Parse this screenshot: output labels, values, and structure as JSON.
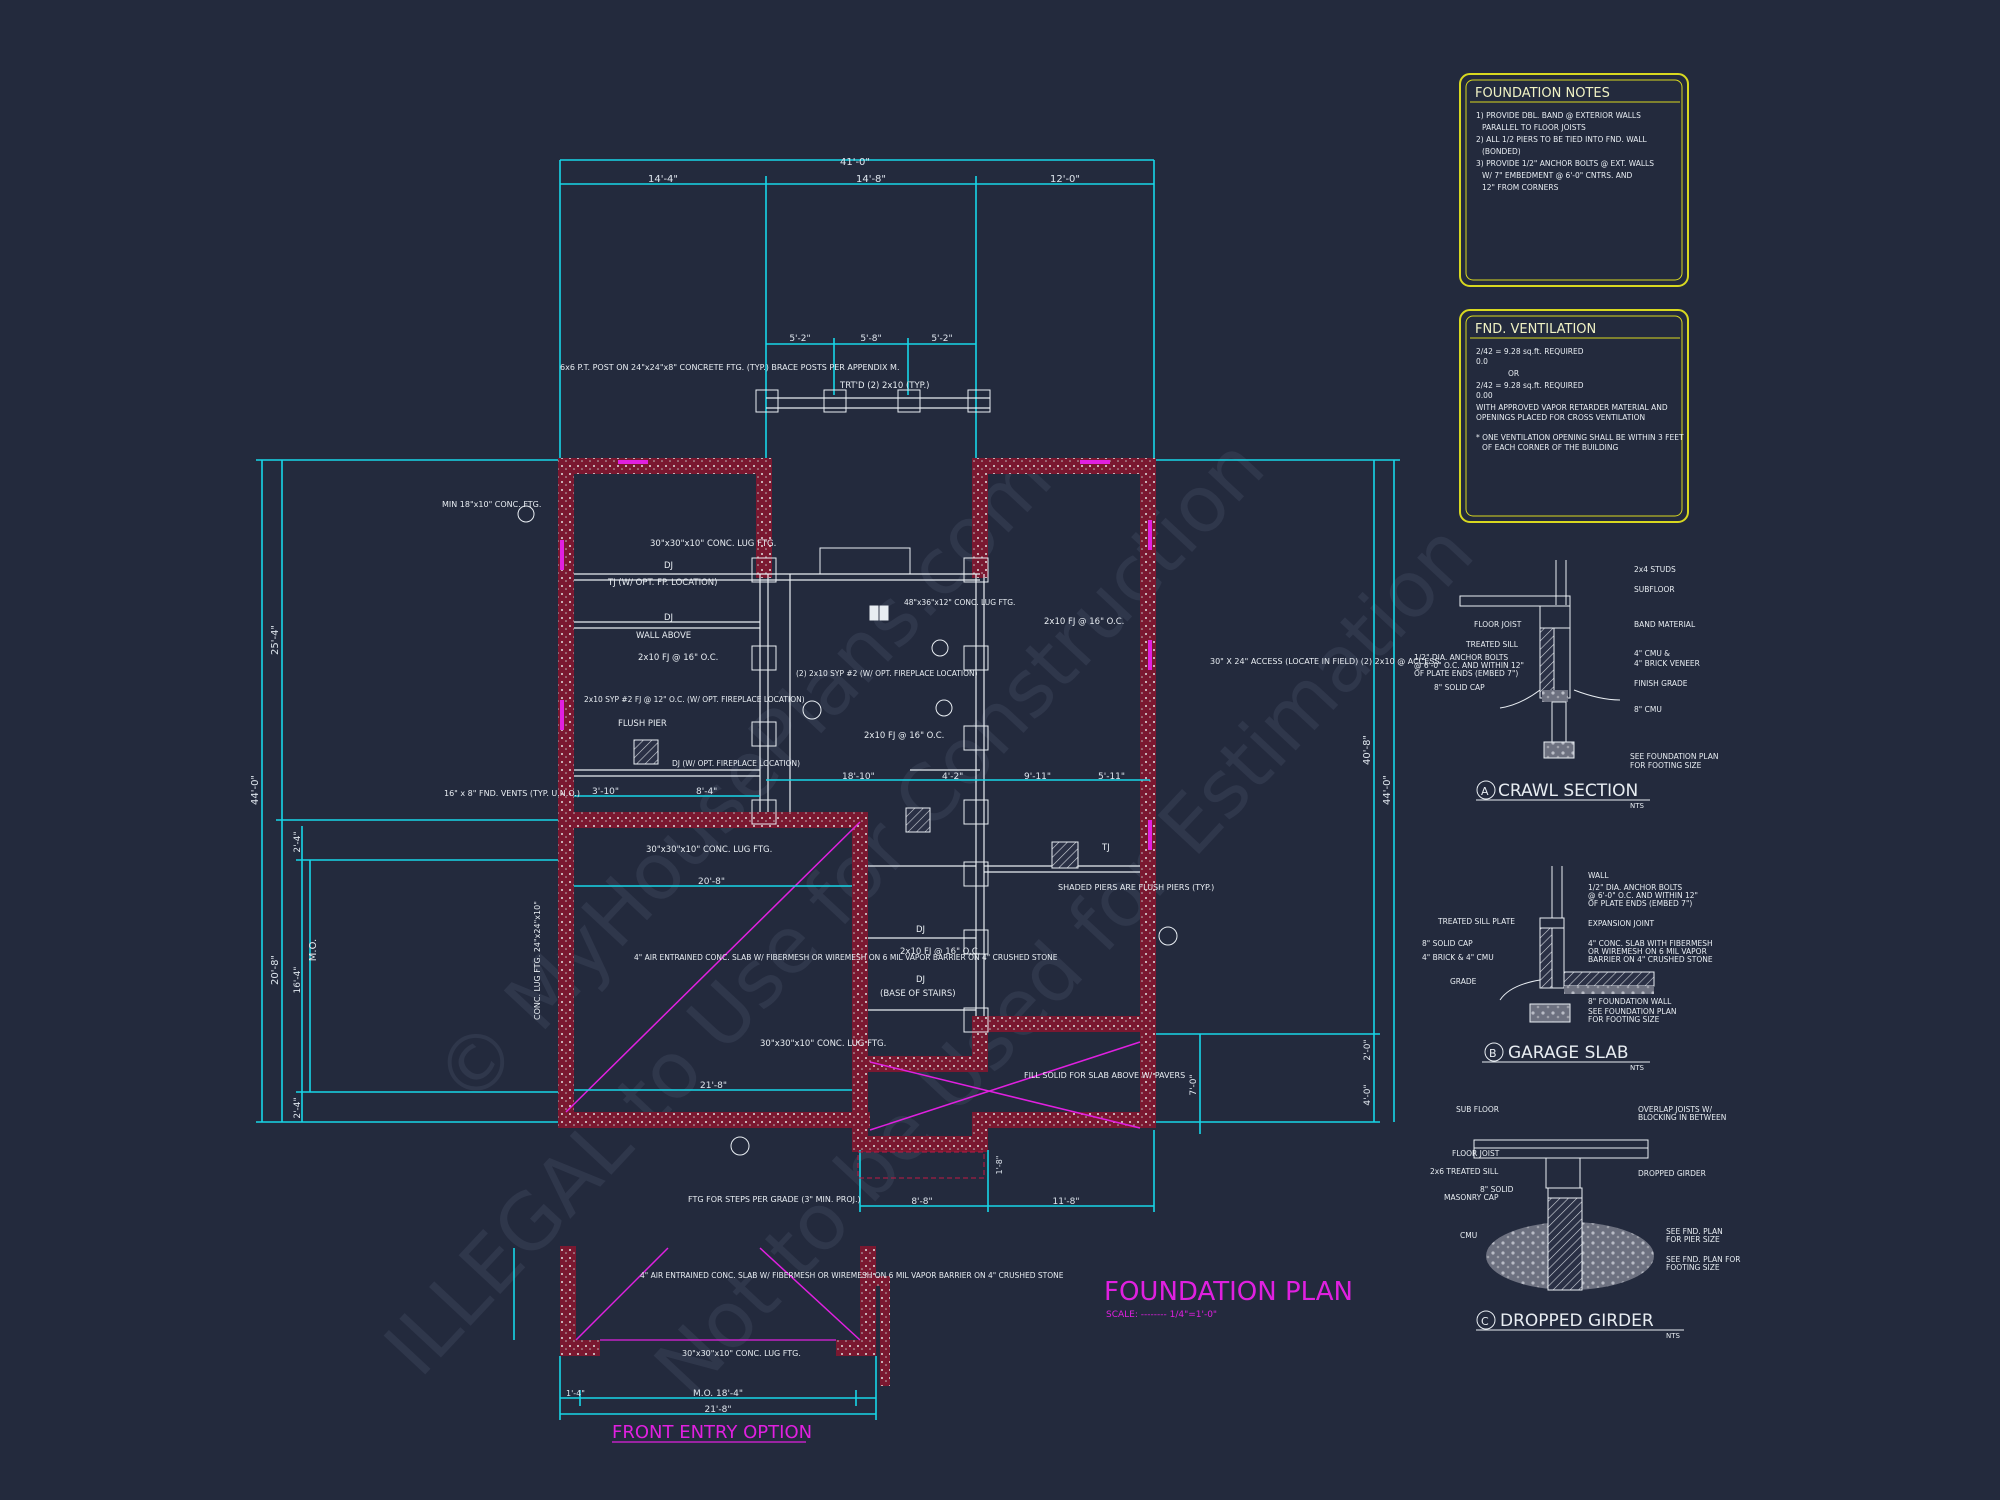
{
  "colors": {
    "background": "#232a3d",
    "dimension": "#17d6e8",
    "wall": "#c01a45",
    "magenta": "#e020e0",
    "notes_border": "#d8d820",
    "text": "#e8edf2"
  },
  "plan": {
    "title": "FOUNDATION PLAN",
    "scale": "SCALE: -------- 1/4\"=1'-0\"",
    "top_dims": {
      "overall": "41'-0\"",
      "seg1": "14'-4\"",
      "seg2": "14'-8\"",
      "seg3": "12'-0\"",
      "porch1": "5'-2\"",
      "porch2": "5'-8\"",
      "porch3": "5'-2\""
    },
    "left_dims": {
      "overall": "44'-0\"",
      "upper": "25'-4\"",
      "lower": "20'-8\"",
      "garage_a": "2'-4\"",
      "garage_b": "16'-4\"",
      "garage_c": "2'-4\"",
      "mo": "M.O."
    },
    "right_dims": {
      "overall": "44'-0\"",
      "inner": "40'-8\"",
      "a": "2'-0\"",
      "b": "7'-0\"",
      "c": "4'-0\""
    },
    "bottom_dims": {
      "a": "8'-8\"",
      "b": "11'-8\"",
      "step": "1'-8\""
    },
    "labels": {
      "post": "6x6 P.T. POST ON 24\"x24\"x8\" CONCRETE FTG. (TYP.) BRACE POSTS PER APPENDIX M.",
      "trtd": "TRT'D (2) 2x10 (TYP.)",
      "min_conc": "MIN 18\"x10\" CONC. FTG.",
      "lug1": "30\"x30\"x10\" CONC. LUG FTG.",
      "dj": "DJ",
      "tj_opt": "TJ (W/ OPT. FP. LOCATION)",
      "wall_above": "WALL ABOVE",
      "fj16": "2x10 FJ @ 16\" O.C.",
      "fj_opt": "2x10 SYP #2 FJ @ 12\" O.C. (W/ OPT. FIREPLACE LOCATION)",
      "flush": "FLUSH PIER",
      "dj_opt": "DJ (W/ OPT. FIREPLACE LOCATION)",
      "vents": "16\" x 8\" FND. VENTS (TYP. U.N.O.)",
      "lug2": "30\"x30\"x10\" CONC. LUG FTG.",
      "lug3": "48\"x36\"x12\" CONC. LUG FTG.",
      "access": "30\" X 24\" ACCESS (LOCATE IN FIELD) (2) 2x10 @ ACCESS",
      "fj16b": "2x10 FJ @ 16\" O.C.",
      "sp_opt": "(2) 2x10 SYP #2 (W/ OPT. FIREPLACE LOCATION)",
      "fj_mid": "2x10 FJ @ 16\" O.C.",
      "tj": "TJ",
      "shaded": "SHADED PIERS ARE FLUSH PIERS (TYP.)",
      "garage_slab": "4\" AIR ENTRAINED CONC. SLAB W/ FIBERMESH OR WIREMESH ON 6 MIL VAPOR BARRIER ON 4\" CRUSHED STONE",
      "conc_lug_v": "CONC. LUG FTG. 24\"x24\"x10\"",
      "lug4": "30\"x30\"x10\" CONC. LUG FTG.",
      "fj_stair": "2x10 FJ @ 16\" O.C.",
      "base_stairs": "(BASE OF STAIRS)",
      "fill": "FILL SOLID FOR SLAB ABOVE W/ PAVERS",
      "steps": "FTG FOR STEPS PER GRADE (3\" MIN. PROJ.)",
      "d18": "18'-10\"",
      "d4": "4'-2\"",
      "d9": "9'-11\"",
      "d5": "5'-11\"",
      "d20": "20'-8\"",
      "d21": "21'-8\"",
      "d3": "3'-10\"",
      "d8": "8'-4\""
    }
  },
  "front_entry": {
    "title": "FRONT ENTRY OPTION",
    "slab": "4\" AIR ENTRAINED CONC. SLAB W/ FIBERMESH OR WIREMESH ON 6 MIL VAPOR BARRIER ON 4\" CRUSHED STONE",
    "lug": "30\"x30\"x10\" CONC. LUG FTG.",
    "mo": "M.O. 18'-4\"",
    "width": "21'-8\"",
    "side": "1'-4\""
  },
  "foundation_notes": {
    "title": "FOUNDATION NOTES",
    "lines": [
      "1) PROVIDE DBL. BAND @ EXTERIOR WALLS",
      "PARALLEL TO FLOOR JOISTS",
      "2) ALL 1/2 PIERS TO BE TIED INTO FND. WALL",
      "(BONDED)",
      "3) PROVIDE 1/2\" ANCHOR BOLTS @ EXT. WALLS",
      "W/ 7\" EMBEDMENT @ 6'-0\" CNTRS. AND",
      "12\" FROM CORNERS"
    ]
  },
  "ventilation": {
    "title": "FND. VENTILATION",
    "lines": [
      "2/42 = 9.28 sq.ft. REQUIRED",
      "0.0",
      "OR",
      "2/42 = 9.28 sq.ft. REQUIRED",
      "0.00",
      "WITH APPROVED VAPOR RETARDER MATERIAL AND",
      "OPENINGS PLACED FOR CROSS VENTILATION",
      "* ONE VENTILATION OPENING SHALL BE WITHIN 3 FEET",
      "OF EACH CORNER OF THE BUILDING"
    ]
  },
  "details": {
    "crawl": {
      "marker": "A",
      "title": "CRAWL SECTION",
      "nts": "NTS",
      "labels": [
        "2x4 STUDS",
        "SUBFLOOR",
        "FLOOR JOIST",
        "BAND MATERIAL",
        "TREATED SILL",
        "1/2\" DIA. ANCHOR BOLTS",
        "@ 6'-0\" O.C. AND WITHIN 12\"",
        "OF PLATE ENDS (EMBED 7\")",
        "4\" CMU &",
        "4\" BRICK VENEER",
        "8\" SOLID CAP",
        "FINISH GRADE",
        "8\" CMU",
        "SEE FOUNDATION PLAN",
        "FOR FOOTING SIZE"
      ]
    },
    "garage": {
      "marker": "B",
      "title": "GARAGE SLAB",
      "nts": "NTS",
      "labels": [
        "WALL",
        "1/2\" DIA. ANCHOR BOLTS",
        "@ 6'-0\" O.C. AND WITHIN 12\"",
        "OF PLATE ENDS (EMBED 7\")",
        "TREATED SILL PLATE",
        "EXPANSION JOINT",
        "8\" SOLID CAP",
        "4\" CONC. SLAB WITH FIBERMESH",
        "OR WIREMESH ON 6 MIL VAPOR",
        "BARRIER ON 4\" CRUSHED STONE",
        "4\" BRICK & 4\" CMU",
        "GRADE",
        "8\" FOUNDATION WALL",
        "SEE FOUNDATION PLAN",
        "FOR FOOTING SIZE"
      ]
    },
    "girder": {
      "marker": "C",
      "title": "DROPPED GIRDER",
      "nts": "NTS",
      "labels": [
        "SUB FLOOR",
        "OVERLAP JOISTS W/",
        "BLOCKING IN BETWEEN",
        "FLOOR JOIST",
        "2x6 TREATED SILL",
        "DROPPED GIRDER",
        "8\" SOLID",
        "MASONRY CAP",
        "CMU",
        "SEE FND. PLAN",
        "FOR PIER SIZE",
        "SEE FND. PLAN FOR",
        "FOOTING SIZE"
      ]
    }
  },
  "watermark": {
    "line1": "© MyHousePlans.com",
    "line2": "ILLEGAL to Use for Construction",
    "line3": "Not to be Used for Estimation"
  }
}
